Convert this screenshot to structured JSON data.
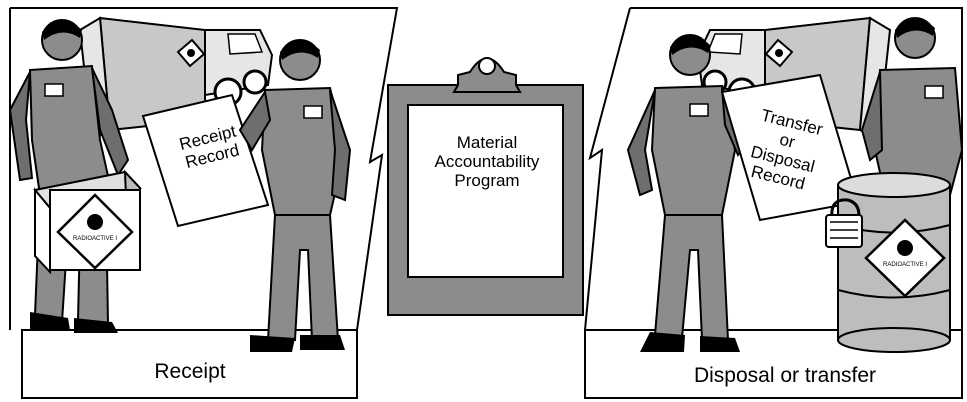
{
  "panels": {
    "receipt": {
      "caption": "Receipt"
    },
    "disposal": {
      "caption": "Disposal or transfer"
    }
  },
  "documents": {
    "receipt_record": [
      "Receipt",
      "Record"
    ],
    "transfer_record": [
      "Transfer",
      "or",
      "Disposal",
      "Record"
    ]
  },
  "clipboard": {
    "lines": [
      "Material",
      "Accountability",
      "Program"
    ]
  },
  "hazard_labels": {
    "box": "RADIOACTIVE I",
    "drum": "RADIOACTIVE I"
  },
  "colors": {
    "figure": "#8c8c8c",
    "figure_dark": "#6e6e6e",
    "outline": "#000000",
    "paper": "#ffffff",
    "truck": "#c8c8c8"
  }
}
